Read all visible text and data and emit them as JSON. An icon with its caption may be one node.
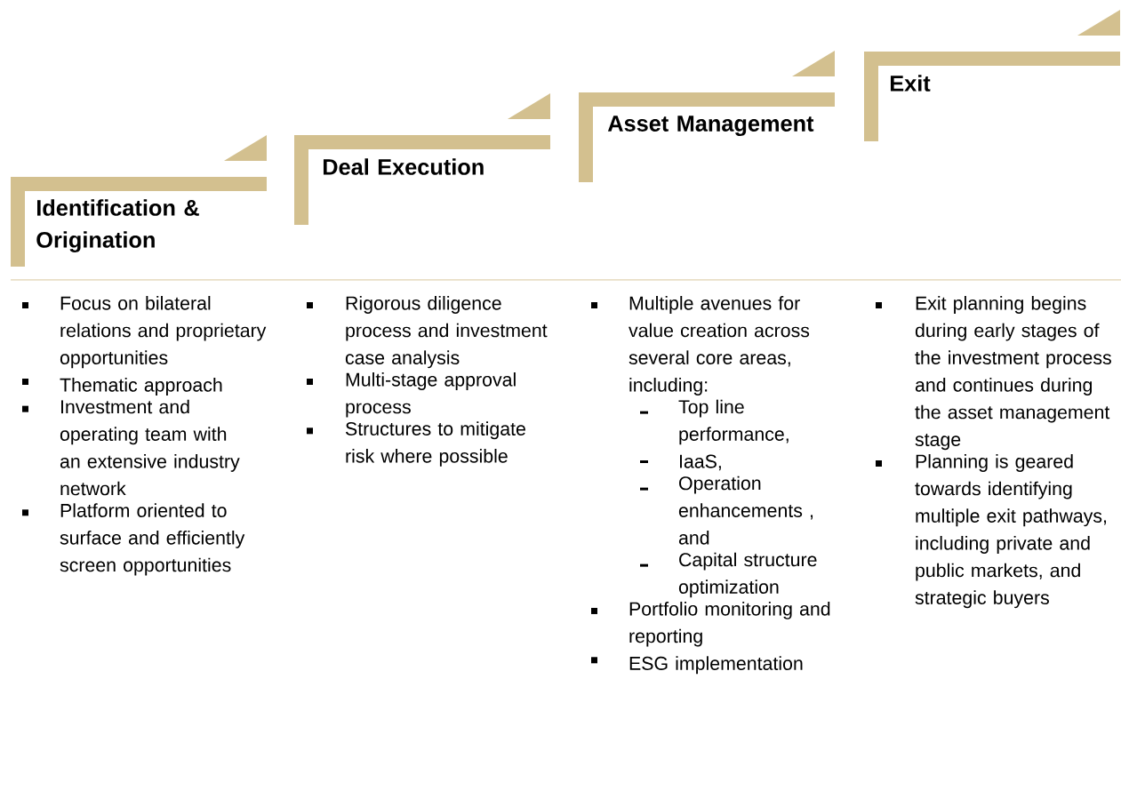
{
  "diagram": {
    "nodes": [
      {
        "text": [
          "Identification & Origination"
        ]
      },
      {
        "text": [
          "Deal Execution"
        ]
      },
      {
        "text": [
          "Asset Management"
        ]
      },
      {
        "text": [
          "Exit"
        ]
      }
    ],
    "labels": [
      "Focus on bilateral relations and proprietary opportunities",
      "Thematic approach",
      "Investment and operating team with an extensive industry network",
      "Platform oriented to surface and efficiently screen opportunities",
      "Rigorous diligence process and investment case analysis",
      "Multi-stage approval process",
      "Structures to mitigate risk where possible",
      "Multiple avenues for value creation across several core areas, including:",
      "Top line performance,",
      "IaaS,",
      "Operation enhancements , and",
      "Capital structure optimization",
      "Portfolio monitoring and reporting",
      "ESG implementation",
      "Exit planning begins during early stages of the investment process and continues during the asset management stage",
      "Planning is geared towards identifying multiple exit pathways, including private and public markets, and strategic buyers"
    ]
  }
}
